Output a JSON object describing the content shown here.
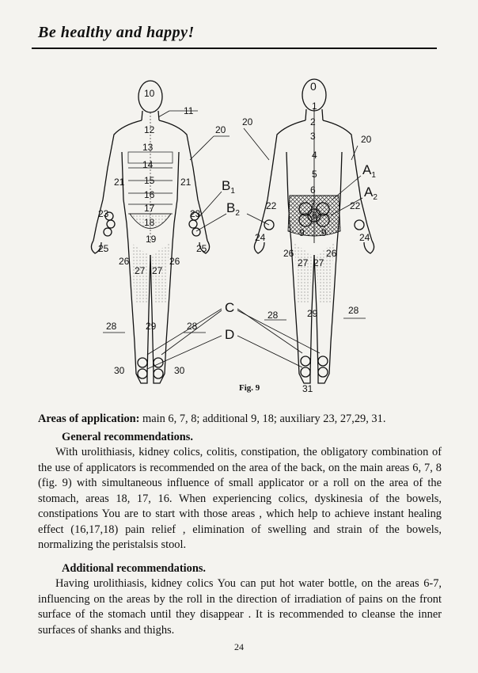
{
  "header": {
    "title": "Be healthy and happy!"
  },
  "figure": {
    "caption": "Fig. 9",
    "front_labels": [
      "10",
      "11",
      "12",
      "13",
      "14",
      "15",
      "16",
      "17",
      "18",
      "19",
      "20",
      "21",
      "21",
      "23",
      "23",
      "25",
      "25",
      "26",
      "26",
      "27",
      "27",
      "28",
      "28",
      "29",
      "30",
      "30"
    ],
    "back_labels": [
      "0",
      "1",
      "2",
      "3",
      "4",
      "5",
      "6",
      "7",
      "8",
      "9",
      "9",
      "20",
      "20",
      "22",
      "22",
      "24",
      "24",
      "26",
      "26",
      "27",
      "27",
      "28",
      "28",
      "29",
      "31"
    ],
    "letter_labels": [
      "B1",
      "B2",
      "A1",
      "A2",
      "C",
      "D"
    ]
  },
  "body": {
    "areas_label": "Areas of application:",
    "areas_text": " main 6, 7, 8; additional 9, 18; auxiliary 23, 27,29, 31.",
    "general_heading": "General recommendations.",
    "general_text": "With urolithiasis, kidney colics, colitis, constipation, the obligatory combination of the use of applicators is recommended on the area of the back, on the main areas 6, 7, 8 (fig. 9) with simultaneous influence of small applicator or a roll on the area of the stomach, areas 18, 17, 16. When experiencing colics, dyskinesia of the bowels, constipations You are to start with those areas , which help to achieve instant healing effect (16,17,18) pain relief , elimination of swelling and strain of the bowels, normalizing the peristalsis stool.",
    "additional_heading": "Additional recommendations.",
    "additional_text": "Having urolithiasis, kidney colics You can put hot water bottle, on the areas 6-7, influencing on the areas by the roll in the direction of irradiation of pains on the front surface of the stomach until they disappear . It is recommended to cleanse the inner surfaces of shanks and thighs."
  },
  "page_number": "24"
}
